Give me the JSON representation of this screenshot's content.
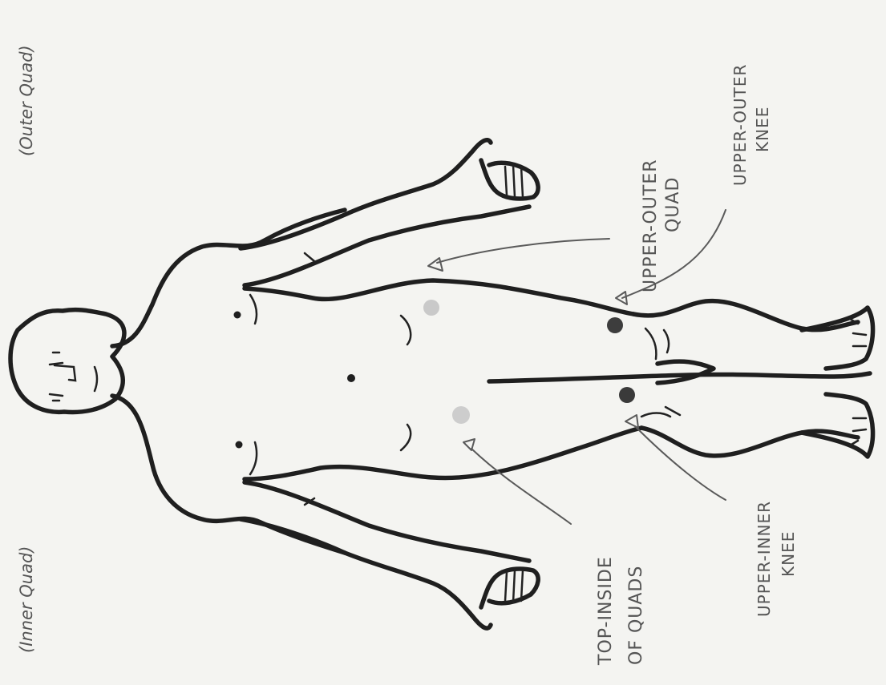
{
  "labels": {
    "inner_quad": "(Inner Quad)",
    "outer_quad": "(Outer Quad)",
    "upper_outer_quad_line1": "UPPER-OUTER",
    "upper_outer_quad_line2": "QUAD",
    "upper_outer_knee_line1": "UPPER-OUTER",
    "upper_outer_knee_line2": "KNEE",
    "top_inside_quads_line1": "TOP-INSIDE",
    "top_inside_quads_line2": "OF QUADS",
    "upper_inner_knee_line1": "UPPER-INNER",
    "upper_inner_knee_line2": "KNEE"
  },
  "colors": {
    "outline": "#1f1f1f",
    "annotation": "#555555",
    "light_point": "#c7c7c7",
    "dark_point": "#3d3d3d",
    "paper": "#f4f4f1"
  }
}
